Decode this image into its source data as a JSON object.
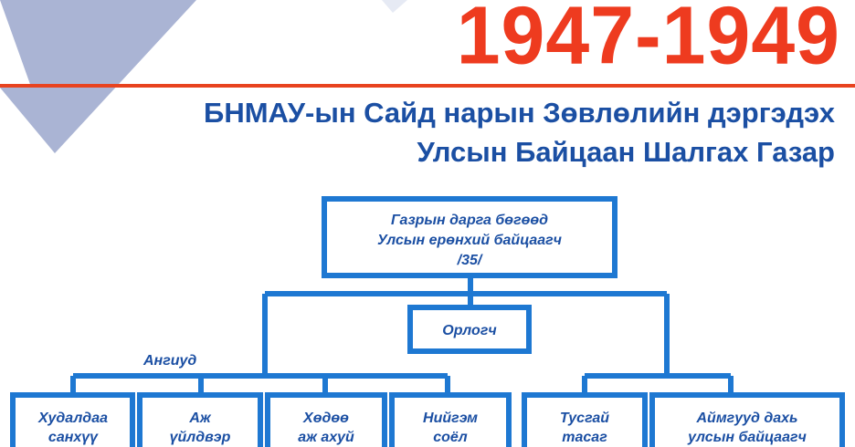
{
  "header": {
    "year": "1947-1949",
    "title_line1": "БНМАУ-ын Сайд нарын Зөвлөлийн дэргэдэх",
    "title_line2": "Улсын Байцаан Шалгах Газар"
  },
  "org": {
    "head": {
      "line1": "Газрын дарга бөгөөд",
      "line2": "Улсын ерөнхий байцаагч",
      "line3": "/35/"
    },
    "deputy": "Орлогч",
    "group_label": "Ангиуд",
    "units": [
      {
        "line1": "Худалдаа",
        "line2": "санхүү"
      },
      {
        "line1": "Аж",
        "line2": "үйлдвэр"
      },
      {
        "line1": "Хөдөө",
        "line2": "аж ахуй"
      },
      {
        "line1": "Нийгэм",
        "line2": "соёл"
      },
      {
        "line1": "Тусгай",
        "line2": "тасаг"
      },
      {
        "line1": "Аймгууд дахь",
        "line2": "улсын байцаагч"
      }
    ]
  },
  "colors": {
    "accent_red": "#ee3b1f",
    "brand_blue": "#1b4fa3",
    "line_blue": "#1e78d2",
    "shape_grey": "#aab4d4"
  }
}
